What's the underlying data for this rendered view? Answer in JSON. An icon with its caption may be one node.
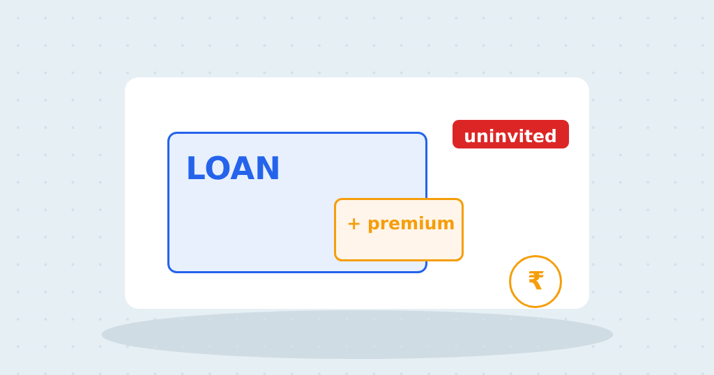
{
  "diagram": {
    "nodes": [
      {
        "text": [],
        "shape": "box"
      },
      {
        "text": [
          "LOAN"
        ],
        "in": 0
      },
      {
        "text": [
          "uninvited"
        ],
        "in": 0
      },
      {
        "text": [
          "+ premium"
        ],
        "in": 0
      },
      {
        "text": [
          "₹"
        ],
        "in": 0
      }
    ]
  }
}
